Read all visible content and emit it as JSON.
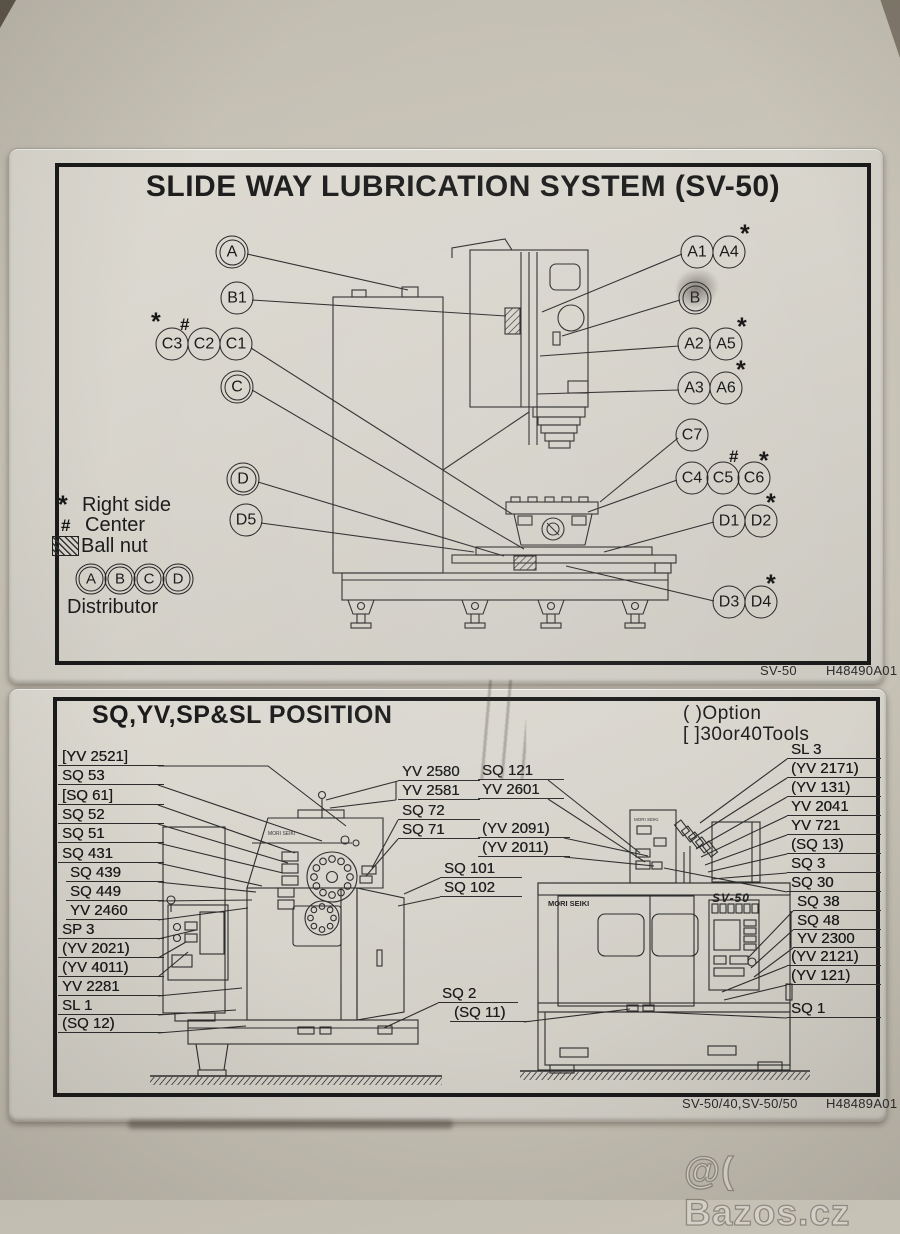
{
  "photo": {
    "watermark": "@( Bazos.cz"
  },
  "symbols": {
    "star": "*",
    "hash": "#"
  },
  "panel1": {
    "title": "SLIDE WAY LUBRICATION SYSTEM (SV-50)",
    "footer_model": "SV-50",
    "footer_code": "H48490A01",
    "legend": {
      "star_text": "Right side",
      "hash_text": "Center",
      "ball_nut_text": "Ball nut",
      "distributor_text": "Distributor",
      "distributors": [
        "A",
        "B",
        "C",
        "D"
      ]
    },
    "callouts": [
      {
        "label": "A"
      },
      {
        "label": "B1"
      },
      {
        "label": "C3"
      },
      {
        "label": "C2"
      },
      {
        "label": "C1"
      },
      {
        "label": "C"
      },
      {
        "label": "D"
      },
      {
        "label": "D5"
      },
      {
        "label": "A1"
      },
      {
        "label": "A4"
      },
      {
        "label": "B"
      },
      {
        "label": "A2"
      },
      {
        "label": "A5"
      },
      {
        "label": "A3"
      },
      {
        "label": "A6"
      },
      {
        "label": "C7"
      },
      {
        "label": "C4"
      },
      {
        "label": "C5"
      },
      {
        "label": "C6"
      },
      {
        "label": "D1"
      },
      {
        "label": "D2"
      },
      {
        "label": "D3"
      },
      {
        "label": "D4"
      }
    ]
  },
  "panel2": {
    "title": "SQ,YV,SP&SL POSITION",
    "note_option": "( )Option",
    "note_tools": "[ ]30or40Tools",
    "footer_model": "SV-50/40,SV-50/50",
    "footer_code": "H48489A01",
    "machine_brand": "MORI SEIKI",
    "machine_model": "SV-50",
    "left_labels": [
      "[YV 2521]",
      "SQ 53",
      "[SQ 61]",
      "SQ 52",
      "SQ 51",
      "SQ 431",
      "SQ 439",
      "SQ 449",
      "YV 2460",
      "SP 3",
      "(YV 2021)",
      "(YV 4011)",
      "YV 2281",
      "SL 1",
      "(SQ 12)"
    ],
    "mid_left_labels": [
      "YV 2580",
      "YV 2581",
      "SQ 72",
      "SQ 71"
    ],
    "mid_right_labels": [
      "SQ 121",
      "YV 2601",
      "(YV 2091)",
      "(YV 2011)"
    ],
    "mid_lower_labels": [
      "SQ 101",
      "SQ 102"
    ],
    "bottom_labels": [
      "SQ 2",
      "(SQ 11)"
    ],
    "right_labels": [
      "SL 3",
      "(YV 2171)",
      "(YV 131)",
      "YV 2041",
      "YV 721",
      "(SQ 13)",
      "SQ 3",
      "SQ 30",
      "SQ 38",
      "SQ 48",
      "YV 2300",
      "(YV 2121)",
      "(YV 121)"
    ],
    "sq1_label": "SQ 1"
  }
}
